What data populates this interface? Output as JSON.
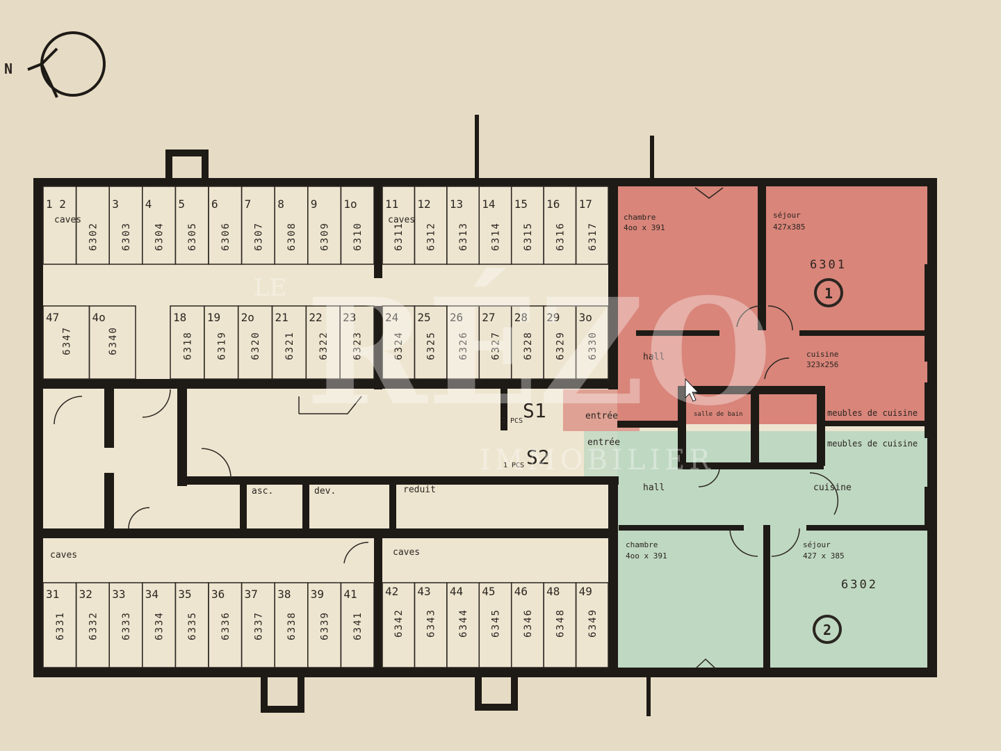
{
  "colors": {
    "apartment_1": "#d9857a",
    "apartment_2": "#bfd8c2",
    "paper": "#eee5d0",
    "wall": "#1e1a16"
  },
  "compass": {
    "label": "N"
  },
  "watermark": {
    "line1": "LE",
    "line2": "RÉZO",
    "line3": "IMMOBILIER"
  },
  "caves_label": "caves",
  "top_left_cells": [
    {
      "n": "1 2",
      "code": ""
    },
    {
      "n": "",
      "code": "6302"
    },
    {
      "n": "3",
      "code": "6303"
    },
    {
      "n": "4",
      "code": "6304"
    },
    {
      "n": "5",
      "code": "6305"
    },
    {
      "n": "6",
      "code": "6306"
    },
    {
      "n": "7",
      "code": "6307"
    },
    {
      "n": "8",
      "code": "6308"
    },
    {
      "n": "9",
      "code": "6309"
    },
    {
      "n": "1o",
      "code": "6310"
    }
  ],
  "top_right_cells": [
    {
      "n": "11",
      "code": "6311"
    },
    {
      "n": "12",
      "code": "6312"
    },
    {
      "n": "13",
      "code": "6313"
    },
    {
      "n": "14",
      "code": "6314"
    },
    {
      "n": "15",
      "code": "6315"
    },
    {
      "n": "16",
      "code": "6316"
    },
    {
      "n": "17",
      "code": "6317"
    }
  ],
  "mid_far_cells": [
    {
      "n": "47",
      "code": "6347"
    },
    {
      "n": "4o",
      "code": "6340"
    }
  ],
  "mid_left_cells": [
    {
      "n": "18",
      "code": "6318"
    },
    {
      "n": "19",
      "code": "6319"
    },
    {
      "n": "2o",
      "code": "6320"
    },
    {
      "n": "21",
      "code": "6321"
    },
    {
      "n": "22",
      "code": "6322"
    },
    {
      "n": "23",
      "code": "6323"
    }
  ],
  "mid_right_cells": [
    {
      "n": "24",
      "code": "6324"
    },
    {
      "n": "25",
      "code": "6325"
    },
    {
      "n": "26",
      "code": "6326"
    },
    {
      "n": "27",
      "code": "6327"
    },
    {
      "n": "28",
      "code": "6328"
    },
    {
      "n": "29",
      "code": "6329"
    },
    {
      "n": "3o",
      "code": "6330"
    }
  ],
  "bottom_left_cells": [
    {
      "n": "31",
      "code": "6331"
    },
    {
      "n": "32",
      "code": "6332"
    },
    {
      "n": "33",
      "code": "6333"
    },
    {
      "n": "34",
      "code": "6334"
    },
    {
      "n": "35",
      "code": "6335"
    },
    {
      "n": "36",
      "code": "6336"
    },
    {
      "n": "37",
      "code": "6337"
    },
    {
      "n": "38",
      "code": "6338"
    },
    {
      "n": "39",
      "code": "6339"
    },
    {
      "n": "41",
      "code": "6341"
    }
  ],
  "bottom_right_cells": [
    {
      "n": "42",
      "code": "6342"
    },
    {
      "n": "43",
      "code": "6343"
    },
    {
      "n": "44",
      "code": "6344"
    },
    {
      "n": "45",
      "code": "6345"
    },
    {
      "n": "46",
      "code": "6346"
    },
    {
      "n": "48",
      "code": "6348"
    },
    {
      "n": "49",
      "code": "6349"
    }
  ],
  "service": {
    "asc": "asc.",
    "dev": "dev.",
    "reduit": "reduit",
    "s1": "S1",
    "s2": "S2",
    "pcs1": "2 PCS",
    "pcs2": "1 PCS",
    "entree": "entrée"
  },
  "apartment_1": {
    "code": "6301",
    "number": "1",
    "chambre": "chambre",
    "chambre_dim": "4oo x 391",
    "sejour": "séjour",
    "sejour_dim": "427x385",
    "hall": "hall",
    "cuisine": "cuisine",
    "cuisine_dim": "323x256",
    "salle_de_bain": "salle de bain",
    "meubles": "meubles de cuisine"
  },
  "apartment_2": {
    "code": "6302",
    "number": "2",
    "chambre": "chambre",
    "chambre_dim": "4oo x 391",
    "sejour": "séjour",
    "sejour_dim": "427 x 385",
    "hall": "hall",
    "cuisine": "cuisine",
    "meubles": "meubles de cuisine"
  }
}
